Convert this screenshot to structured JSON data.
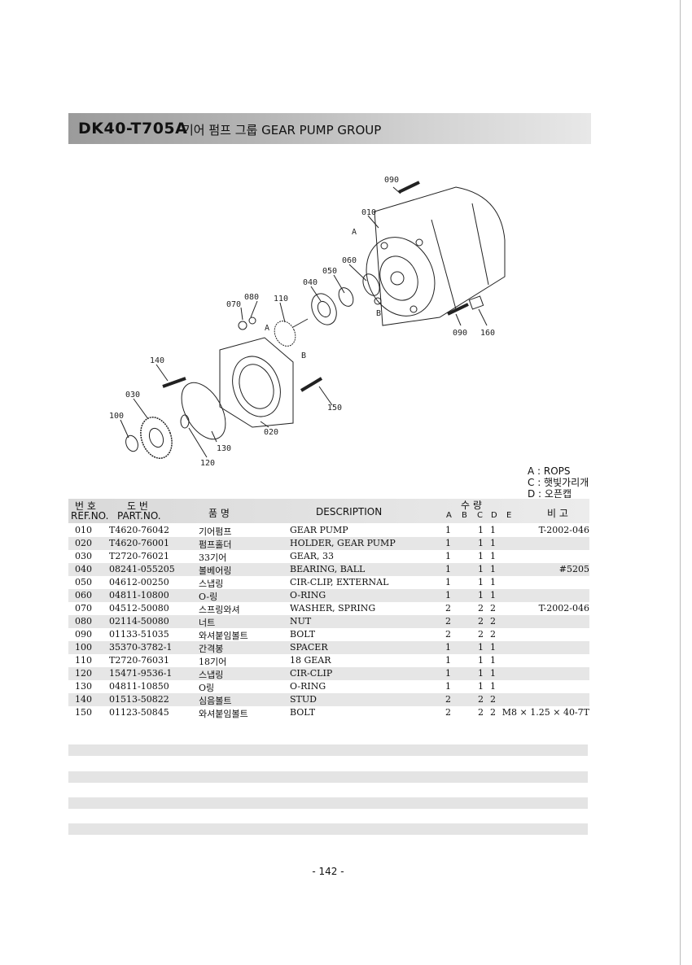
{
  "header": {
    "code": "DK40-T705A",
    "name": "기어 펌프 그룹 GEAR PUMP GROUP"
  },
  "diagram": {
    "callouts": [
      "090",
      "010",
      "060",
      "050",
      "040",
      "080",
      "070",
      "110",
      "140",
      "030",
      "100",
      "130",
      "120",
      "150",
      "020",
      "090",
      "160",
      "A",
      "A",
      "B",
      "B"
    ]
  },
  "legend": [
    "A : ROPS",
    "C : 햇빛가리개",
    "D : 오픈캡"
  ],
  "table": {
    "headers": {
      "ref_kor": "번 호",
      "ref_eng": "REF.NO.",
      "part_kor": "도   번",
      "part_eng": "PART.NO.",
      "name_kor": "품   명",
      "description": "DESCRIPTION",
      "qty_kor": "수   량",
      "qty_a": "A",
      "qty_b": "B",
      "qty_c": "C",
      "qty_d": "D",
      "qty_e": "E",
      "remarks_kor": "비   고"
    },
    "rows": [
      {
        "ref": "010",
        "part": "T4620-76042",
        "kor": "기어펌프",
        "desc": "GEAR PUMP",
        "a": "1",
        "c": "1",
        "d": "1",
        "remarks": "T-2002-046"
      },
      {
        "ref": "020",
        "part": "T4620-76001",
        "kor": "펌프홀더",
        "desc": "HOLDER, GEAR PUMP",
        "a": "1",
        "c": "1",
        "d": "1",
        "remarks": ""
      },
      {
        "ref": "030",
        "part": "T2720-76021",
        "kor": "33기어",
        "desc": "GEAR, 33",
        "a": "1",
        "c": "1",
        "d": "1",
        "remarks": ""
      },
      {
        "ref": "040",
        "part": "08241-055205",
        "kor": "볼베어링",
        "desc": "BEARING, BALL",
        "a": "1",
        "c": "1",
        "d": "1",
        "remarks": "#5205"
      },
      {
        "ref": "050",
        "part": "04612-00250",
        "kor": "스냅링",
        "desc": "CIR-CLIP, EXTERNAL",
        "a": "1",
        "c": "1",
        "d": "1",
        "remarks": ""
      },
      {
        "ref": "060",
        "part": "04811-10800",
        "kor": "O-링",
        "desc": "O-RING",
        "a": "1",
        "c": "1",
        "d": "1",
        "remarks": ""
      },
      {
        "ref": "070",
        "part": "04512-50080",
        "kor": "스프링와셔",
        "desc": "WASHER, SPRING",
        "a": "2",
        "c": "2",
        "d": "2",
        "remarks": "T-2002-046"
      },
      {
        "ref": "080",
        "part": "02114-50080",
        "kor": "너트",
        "desc": "NUT",
        "a": "2",
        "c": "2",
        "d": "2",
        "remarks": ""
      },
      {
        "ref": "090",
        "part": "01133-51035",
        "kor": "와셔붙임볼트",
        "desc": "BOLT",
        "a": "2",
        "c": "2",
        "d": "2",
        "remarks": ""
      },
      {
        "ref": "100",
        "part": "35370-3782-1",
        "kor": "간격봉",
        "desc": "SPACER",
        "a": "1",
        "c": "1",
        "d": "1",
        "remarks": ""
      },
      {
        "ref": "110",
        "part": "T2720-76031",
        "kor": "18기어",
        "desc": "18 GEAR",
        "a": "1",
        "c": "1",
        "d": "1",
        "remarks": ""
      },
      {
        "ref": "120",
        "part": "15471-9536-1",
        "kor": "스냅링",
        "desc": "CIR-CLIP",
        "a": "1",
        "c": "1",
        "d": "1",
        "remarks": ""
      },
      {
        "ref": "130",
        "part": "04811-10850",
        "kor": "O링",
        "desc": "O-RING",
        "a": "1",
        "c": "1",
        "d": "1",
        "remarks": ""
      },
      {
        "ref": "140",
        "part": "01513-50822",
        "kor": "심음볼트",
        "desc": "STUD",
        "a": "2",
        "c": "2",
        "d": "2",
        "remarks": ""
      },
      {
        "ref": "150",
        "part": "01123-50845",
        "kor": "와셔붙임볼트",
        "desc": "BOLT",
        "a": "2",
        "c": "2",
        "d": "2",
        "remarks": "M8 × 1.25 × 40-7T"
      }
    ]
  },
  "footer": {
    "page": "- 142 -"
  }
}
